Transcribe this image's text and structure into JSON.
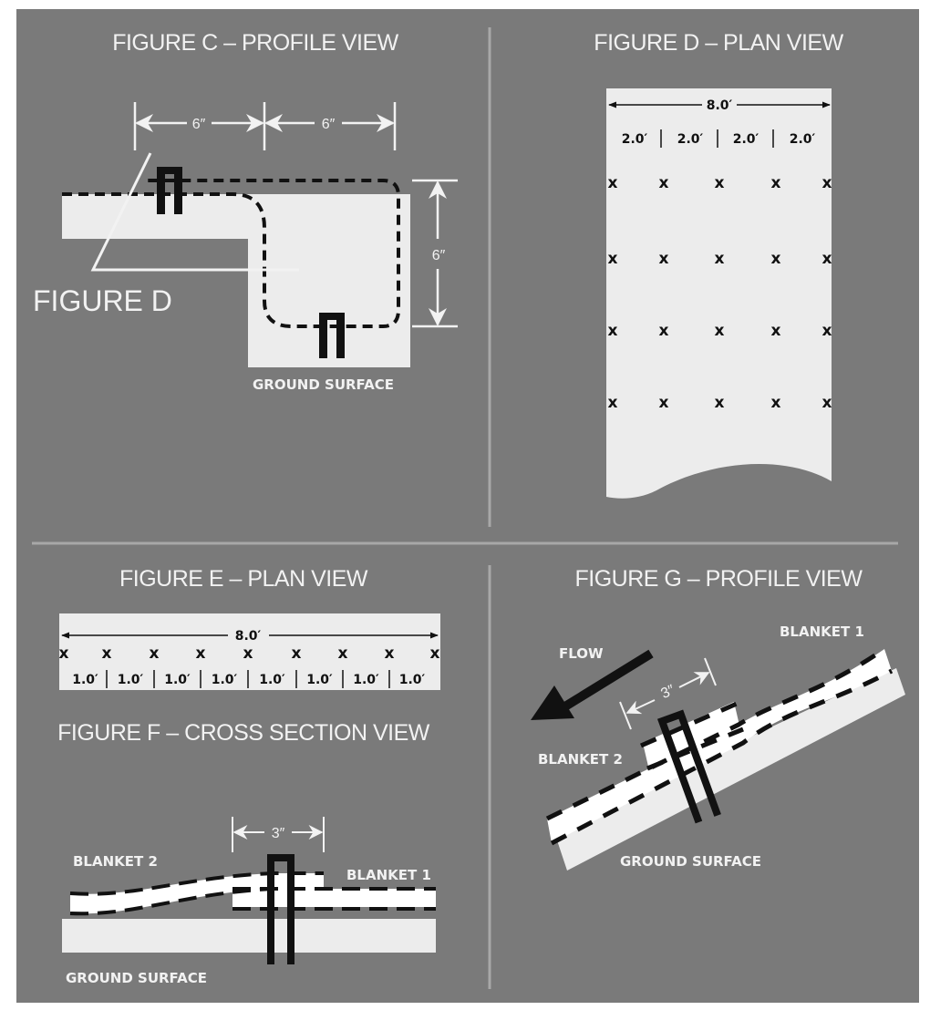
{
  "figure_c": {
    "title": "FIGURE C – PROFILE VIEW",
    "dim_left": "6″",
    "dim_right": "6″",
    "dim_height": "6″",
    "callout": "FIGURE D",
    "ground": "GROUND SURFACE"
  },
  "figure_d": {
    "title": "FIGURE D – PLAN VIEW",
    "total": "8.0′",
    "spacing": [
      "2.0′",
      "2.0′",
      "2.0′",
      "2.0′"
    ],
    "marker": "x"
  },
  "figure_e": {
    "title": "FIGURE E – PLAN VIEW",
    "total": "8.0′",
    "spacing": [
      "1.0′",
      "1.0′",
      "1.0′",
      "1.0′",
      "1.0′",
      "1.0′",
      "1.0′",
      "1.0′"
    ],
    "marker": "x"
  },
  "figure_f": {
    "title": "FIGURE F – CROSS SECTION VIEW",
    "dim": "3″",
    "blanket2": "BLANKET 2",
    "blanket1": "BLANKET 1",
    "ground": "GROUND SURFACE"
  },
  "figure_g": {
    "title": "FIGURE G – PROFILE VIEW",
    "flow": "FLOW",
    "dim": "3″",
    "blanket1": "BLANKET 1",
    "blanket2": "BLANKET 2",
    "ground": "GROUND SURFACE"
  },
  "colors": {
    "background": "#7a7a7a",
    "panel": "#ececec",
    "ink": "#111111"
  }
}
